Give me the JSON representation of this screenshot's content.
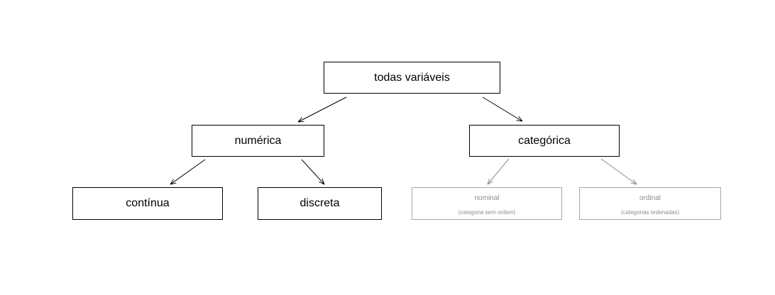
{
  "diagram": {
    "root": {
      "label": "todas variáveis"
    },
    "numeric": {
      "label": "numérica"
    },
    "categorical": {
      "label": "categórica"
    },
    "continuous": {
      "label": "contínua"
    },
    "discrete": {
      "label": "discreta"
    },
    "nominal": {
      "label": "nominal",
      "note": "(categoria sem ordem)"
    },
    "ordinal": {
      "label": "ordinal",
      "note": "(categorias ordenadas)"
    }
  },
  "colors": {
    "active": "#000000",
    "muted": "#8c8c8c"
  }
}
